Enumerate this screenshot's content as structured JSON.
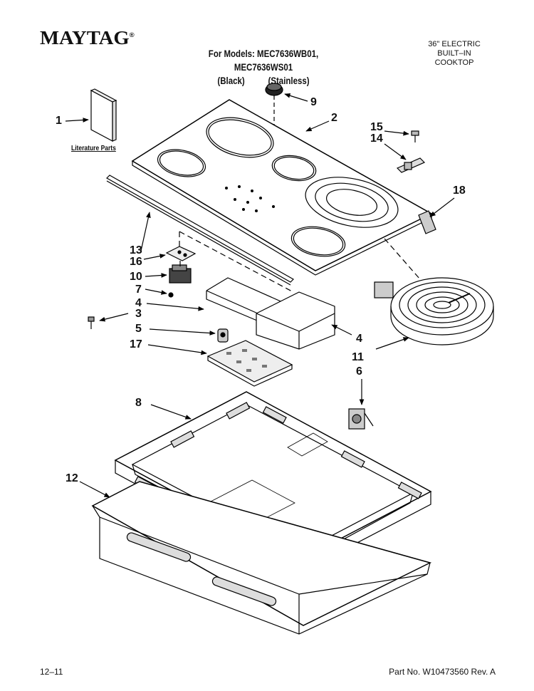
{
  "header": {
    "brand": "MAYTAG",
    "brand_mark": "®",
    "models_line": "For Models: MEC7636WB01, MEC7636WS01",
    "finish_black": "(Black)",
    "finish_stainless": "(Stainless)",
    "product_line1": "36\" ELECTRIC",
    "product_line2": "BUILT–IN",
    "product_line3": "COOKTOP"
  },
  "diagram": {
    "literature_label": "Literature Parts",
    "callouts": [
      {
        "id": "c1",
        "label": "1"
      },
      {
        "id": "c2",
        "label": "2"
      },
      {
        "id": "c9",
        "label": "9"
      },
      {
        "id": "c15",
        "label": "15"
      },
      {
        "id": "c14",
        "label": "14"
      },
      {
        "id": "c18",
        "label": "18"
      },
      {
        "id": "c13",
        "label": "13"
      },
      {
        "id": "c16",
        "label": "16"
      },
      {
        "id": "c10",
        "label": "10"
      },
      {
        "id": "c7",
        "label": "7"
      },
      {
        "id": "c4a",
        "label": "4"
      },
      {
        "id": "c3",
        "label": "3"
      },
      {
        "id": "c5",
        "label": "5"
      },
      {
        "id": "c4b",
        "label": "4"
      },
      {
        "id": "c11",
        "label": "11"
      },
      {
        "id": "c17",
        "label": "17"
      },
      {
        "id": "c6",
        "label": "6"
      },
      {
        "id": "c8",
        "label": "8"
      },
      {
        "id": "c12",
        "label": "12"
      }
    ]
  },
  "footer": {
    "date": "12–11",
    "part_number": "Part No. W10473560 Rev. A"
  }
}
